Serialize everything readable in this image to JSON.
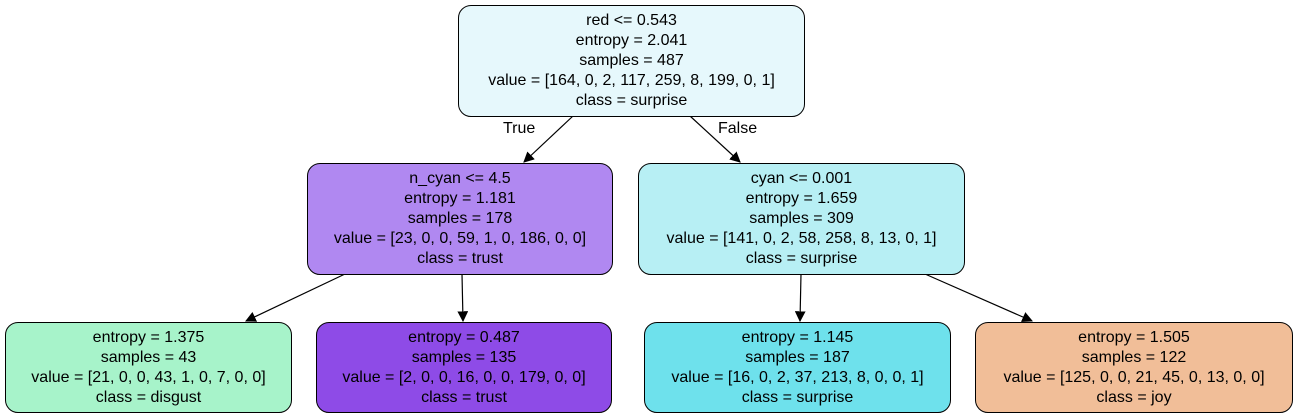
{
  "tree": {
    "nodes": [
      {
        "id": "root",
        "color": "#e6f8fc",
        "lines": [
          "red <= 0.543",
          "entropy = 2.041",
          "samples = 487",
          "value = [164, 0, 2, 117, 259, 8, 199, 0, 1]",
          "class = surprise"
        ]
      },
      {
        "id": "left",
        "color": "#b088f1",
        "lines": [
          "n_cyan <= 4.5",
          "entropy = 1.181",
          "samples = 178",
          "value = [23, 0, 0, 59, 1, 0, 186, 0, 0]",
          "class = trust"
        ]
      },
      {
        "id": "right",
        "color": "#b7eff4",
        "lines": [
          "cyan <= 0.001",
          "entropy = 1.659",
          "samples = 309",
          "value = [141, 0, 2, 58, 258, 8, 13, 0, 1]",
          "class = surprise"
        ]
      },
      {
        "id": "leaf-1",
        "color": "#a7f3ca",
        "lines": [
          "entropy = 1.375",
          "samples = 43",
          "value = [21, 0, 0, 43, 1, 0, 7, 0, 0]",
          "class = disgust"
        ]
      },
      {
        "id": "leaf-2",
        "color": "#8e4be7",
        "lines": [
          "entropy = 0.487",
          "samples = 135",
          "value = [2, 0, 0, 16, 0, 0, 179, 0, 0]",
          "class = trust"
        ]
      },
      {
        "id": "leaf-3",
        "color": "#6ee1ec",
        "lines": [
          "entropy = 1.145",
          "samples = 187",
          "value = [16, 0, 2, 37, 213, 8, 0, 0, 1]",
          "class = surprise"
        ]
      },
      {
        "id": "leaf-4",
        "color": "#f1be98",
        "lines": [
          "entropy = 1.505",
          "samples = 122",
          "value = [125, 0, 0, 21, 45, 0, 13, 0, 0]",
          "class = joy"
        ]
      }
    ],
    "edge_labels": {
      "true_label": "True",
      "false_label": "False"
    }
  }
}
